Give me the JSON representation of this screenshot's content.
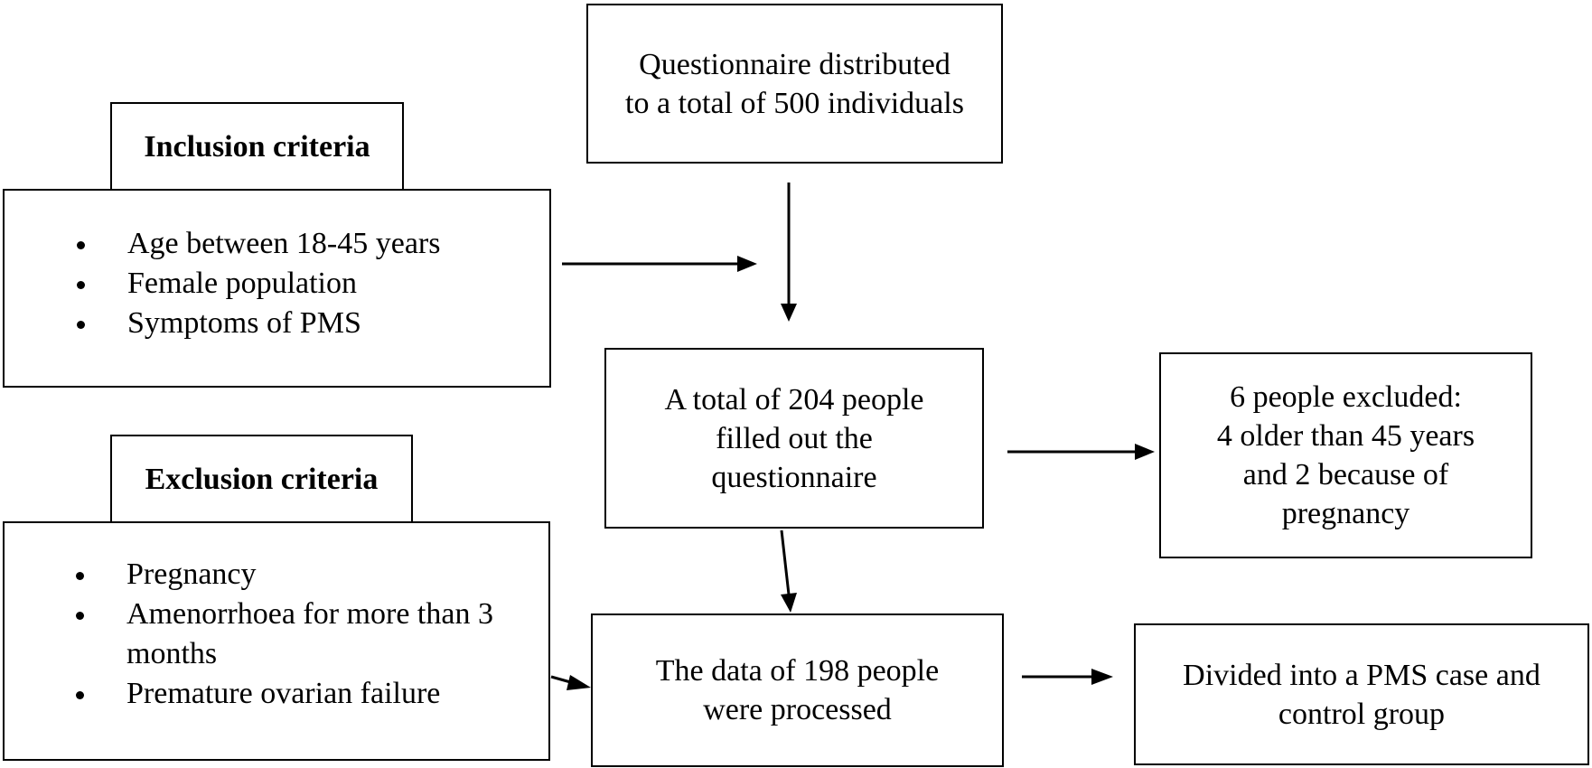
{
  "boxes": {
    "questionnaire": {
      "lines": [
        "Questionnaire distributed",
        "to a total of 500 individuals"
      ]
    },
    "inclusion_title": "Inclusion criteria",
    "inclusion_items": [
      "Age between 18-45 years",
      "Female population",
      "Symptoms of PMS"
    ],
    "exclusion_title": "Exclusion criteria",
    "exclusion_items": [
      {
        "lines": [
          "Pregnancy"
        ]
      },
      {
        "lines": [
          "Amenorrhoea for more than 3",
          "months"
        ]
      },
      {
        "lines": [
          "Premature ovarian failure"
        ]
      }
    ],
    "filled_out": {
      "lines": [
        "A total of 204 people",
        "filled out the",
        "questionnaire"
      ]
    },
    "excluded": {
      "lines": [
        "6 people excluded:",
        "4 older than 45 years",
        "and 2 because of",
        "pregnancy"
      ]
    },
    "processed": {
      "lines": [
        "The data of 198 people",
        "were processed"
      ]
    },
    "divided": {
      "lines": [
        "Divided into a PMS case and",
        "control group"
      ]
    }
  }
}
